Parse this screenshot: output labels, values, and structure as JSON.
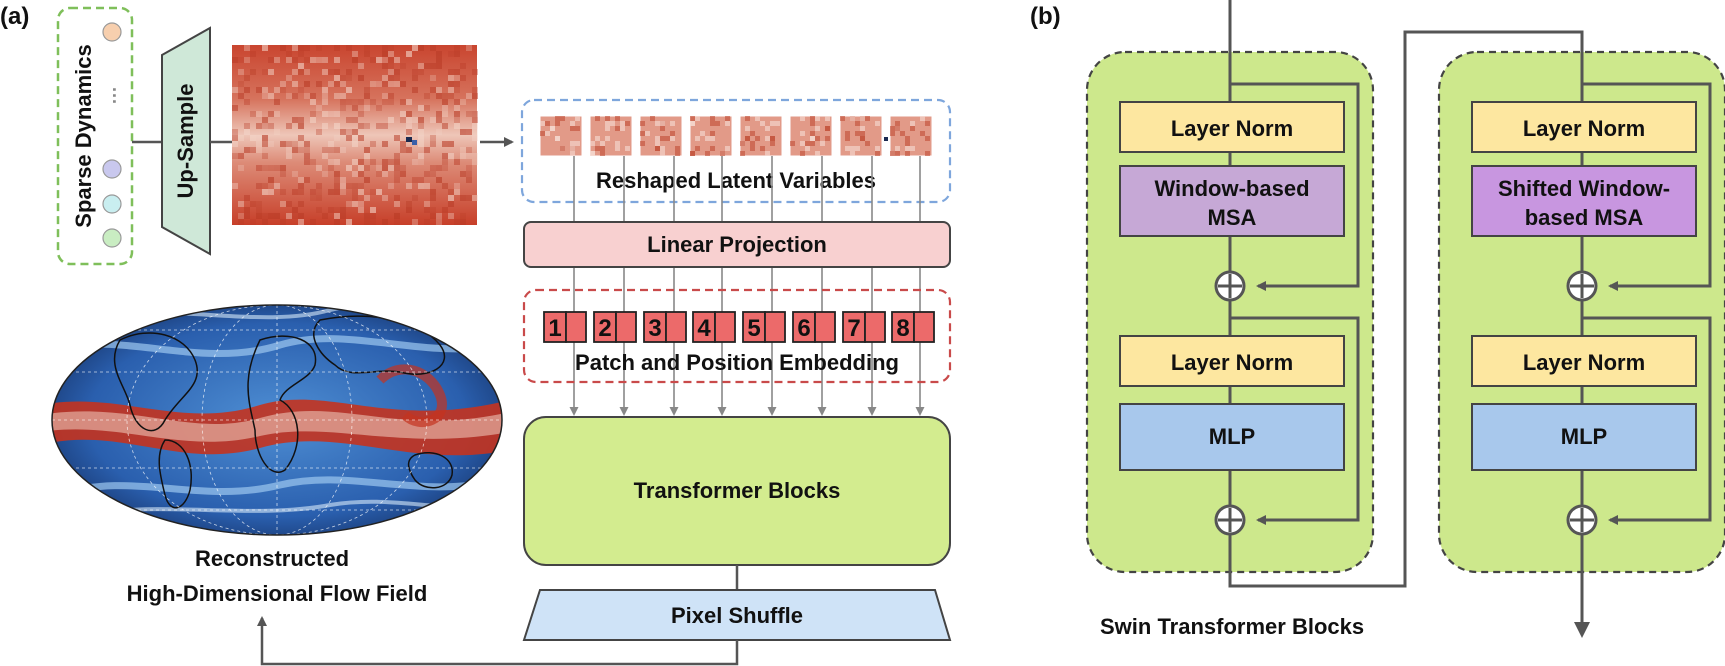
{
  "panel_a": {
    "label": "(a)",
    "sparse_dynamics_label": "Sparse Dynamics",
    "ellipsis": "···",
    "sensor_colors": [
      "#f7cfae",
      "#c9c8ee",
      "#c9eef0",
      "#c9edc2"
    ],
    "upsample_label": "Up-Sample",
    "reshaped_label": "Reshaped Latent Variables",
    "linear_projection_label": "Linear Projection",
    "patch_numbers": [
      "1",
      "2",
      "3",
      "4",
      "5",
      "6",
      "7",
      "8"
    ],
    "patch_embedding_label": "Patch and Position Embedding",
    "transformer_blocks_label": "Transformer Blocks",
    "pixel_shuffle_label": "Pixel Shuffle",
    "reconstructed_label_line1": "Reconstructed",
    "reconstructed_label_line2": "High-Dimensional Flow Field"
  },
  "panel_b": {
    "label": "(b)",
    "block1": {
      "layer_norm_top": "Layer Norm",
      "msa_line1": "Window-based",
      "msa_line2": "MSA",
      "layer_norm_bottom": "Layer Norm",
      "mlp": "MLP"
    },
    "block2": {
      "layer_norm_top": "Layer Norm",
      "msa_line1": "Shifted Window-",
      "msa_line2": "based MSA",
      "layer_norm_bottom": "Layer Norm",
      "mlp": "MLP"
    },
    "caption": "Swin Transformer Blocks"
  },
  "colors": {
    "sparse_border": "#7fbf5a",
    "upsample_fill": "#cfe8d8",
    "reshaped_border": "#7ea6dc",
    "linear_fill": "#f8d0d0",
    "patch_fill": "#ec6a6a",
    "patch_border_dash": "#c94a4a",
    "transformer_fill": "#d3ec8f",
    "pixel_shuffle_fill": "#cfe3f7",
    "swin_block_fill": "#cde88c",
    "layer_norm_fill": "#fde7a0",
    "msa1_fill": "#c6a8d6",
    "msa2_fill": "#c896e0",
    "mlp_fill": "#a8c8ec",
    "arrow": "#666666"
  }
}
